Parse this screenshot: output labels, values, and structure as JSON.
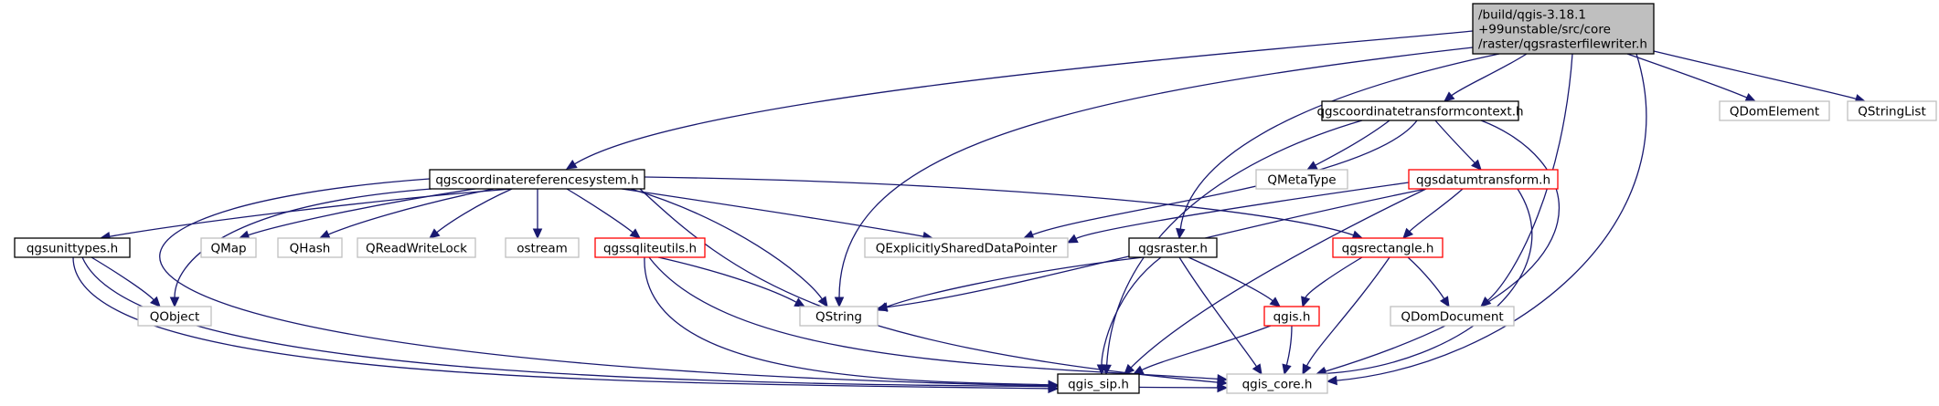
{
  "diagram": {
    "type": "include-dependency-graph",
    "colors": {
      "edge": "#191970",
      "node_default_border": "#000000",
      "node_external_border": "#bfbfbf",
      "node_truncated_border": "#ff0000",
      "source_node_fill": "#bfbfbf",
      "text": "#000000"
    },
    "nodes": [
      {
        "id": "src",
        "kind": "source",
        "lines": [
          "/build/qgis-3.18.1",
          "+99unstable/src/core",
          "/raster/qgsrasterfilewriter.h"
        ]
      },
      {
        "id": "crs",
        "kind": "default",
        "lines": [
          "qgscoordinatereferencesystem.h"
        ]
      },
      {
        "id": "ctc",
        "kind": "default",
        "lines": [
          "qgscoordinatetransformcontext.h"
        ]
      },
      {
        "id": "qdomelement",
        "kind": "external",
        "lines": [
          "QDomElement"
        ]
      },
      {
        "id": "qstringlist",
        "kind": "external",
        "lines": [
          "QStringList"
        ]
      },
      {
        "id": "qmetatype",
        "kind": "external",
        "lines": [
          "QMetaType"
        ]
      },
      {
        "id": "datum",
        "kind": "truncated",
        "lines": [
          "qgsdatumtransform.h"
        ]
      },
      {
        "id": "unittypes",
        "kind": "default",
        "lines": [
          "qgsunittypes.h"
        ]
      },
      {
        "id": "qmap",
        "kind": "external",
        "lines": [
          "QMap"
        ]
      },
      {
        "id": "qhash",
        "kind": "external",
        "lines": [
          "QHash"
        ]
      },
      {
        "id": "qrwlock",
        "kind": "external",
        "lines": [
          "QReadWriteLock"
        ]
      },
      {
        "id": "ostream",
        "kind": "external",
        "lines": [
          "ostream"
        ]
      },
      {
        "id": "sqlite",
        "kind": "truncated",
        "lines": [
          "qgssqliteutils.h"
        ]
      },
      {
        "id": "qesdp",
        "kind": "external",
        "lines": [
          "QExplicitlySharedDataPointer"
        ]
      },
      {
        "id": "raster",
        "kind": "default",
        "lines": [
          "qgsraster.h"
        ]
      },
      {
        "id": "rect",
        "kind": "truncated",
        "lines": [
          "qgsrectangle.h"
        ]
      },
      {
        "id": "qobject",
        "kind": "external",
        "lines": [
          "QObject"
        ]
      },
      {
        "id": "qstring",
        "kind": "external",
        "lines": [
          "QString"
        ]
      },
      {
        "id": "qgis",
        "kind": "truncated",
        "lines": [
          "qgis.h"
        ]
      },
      {
        "id": "qdomdoc",
        "kind": "external",
        "lines": [
          "QDomDocument"
        ]
      },
      {
        "id": "qgissip",
        "kind": "default",
        "lines": [
          "qgis_sip.h"
        ]
      },
      {
        "id": "qgiscore",
        "kind": "external",
        "lines": [
          "qgis_core.h"
        ]
      }
    ],
    "edges": [
      {
        "from": "src",
        "to": "crs"
      },
      {
        "from": "src",
        "to": "ctc"
      },
      {
        "from": "src",
        "to": "qdomelement"
      },
      {
        "from": "src",
        "to": "qstringlist"
      },
      {
        "from": "src",
        "to": "qstring"
      },
      {
        "from": "src",
        "to": "raster"
      },
      {
        "from": "src",
        "to": "qdomdoc"
      },
      {
        "from": "src",
        "to": "qgiscore"
      },
      {
        "from": "crs",
        "to": "unittypes"
      },
      {
        "from": "crs",
        "to": "qobject"
      },
      {
        "from": "crs",
        "to": "qmap"
      },
      {
        "from": "crs",
        "to": "qhash"
      },
      {
        "from": "crs",
        "to": "qrwlock"
      },
      {
        "from": "crs",
        "to": "ostream"
      },
      {
        "from": "crs",
        "to": "sqlite"
      },
      {
        "from": "crs",
        "to": "qesdp"
      },
      {
        "from": "crs",
        "to": "qstring"
      },
      {
        "from": "crs",
        "to": "rect"
      },
      {
        "from": "crs",
        "to": "qgissip"
      },
      {
        "from": "crs",
        "to": "qgiscore"
      },
      {
        "from": "ctc",
        "to": "qmetatype"
      },
      {
        "from": "ctc",
        "to": "datum"
      },
      {
        "from": "ctc",
        "to": "qesdp"
      },
      {
        "from": "ctc",
        "to": "qgissip"
      },
      {
        "from": "ctc",
        "to": "qgiscore"
      },
      {
        "from": "datum",
        "to": "qesdp"
      },
      {
        "from": "datum",
        "to": "rect"
      },
      {
        "from": "datum",
        "to": "qstring"
      },
      {
        "from": "datum",
        "to": "qgissip"
      },
      {
        "from": "datum",
        "to": "qgiscore"
      },
      {
        "from": "unittypes",
        "to": "qobject"
      },
      {
        "from": "unittypes",
        "to": "qgissip"
      },
      {
        "from": "unittypes",
        "to": "qgiscore"
      },
      {
        "from": "sqlite",
        "to": "qstring"
      },
      {
        "from": "sqlite",
        "to": "qgissip"
      },
      {
        "from": "sqlite",
        "to": "qgiscore"
      },
      {
        "from": "raster",
        "to": "qstring"
      },
      {
        "from": "raster",
        "to": "qgis"
      },
      {
        "from": "raster",
        "to": "qgissip"
      },
      {
        "from": "raster",
        "to": "qgiscore"
      },
      {
        "from": "rect",
        "to": "qgis"
      },
      {
        "from": "rect",
        "to": "qdomdoc"
      },
      {
        "from": "rect",
        "to": "qgiscore"
      },
      {
        "from": "qgis",
        "to": "qgissip"
      },
      {
        "from": "qgis",
        "to": "qgiscore"
      }
    ]
  }
}
